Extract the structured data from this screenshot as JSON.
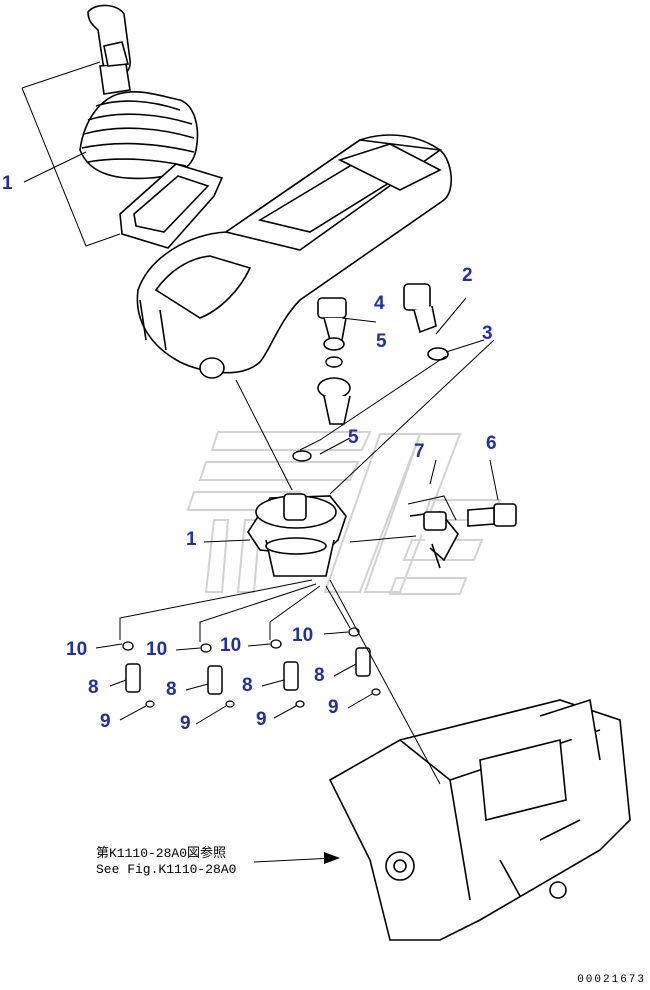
{
  "callout_color": "#1f2fa8",
  "line_color": "#000000",
  "watermark_color": "#d2d2d2",
  "callouts": [
    {
      "id": "c1a",
      "label": "1"
    },
    {
      "id": "c1b",
      "label": "1"
    },
    {
      "id": "c2",
      "label": "2"
    },
    {
      "id": "c3",
      "label": "3"
    },
    {
      "id": "c4",
      "label": "4"
    },
    {
      "id": "c5a",
      "label": "5"
    },
    {
      "id": "c5b",
      "label": "5"
    },
    {
      "id": "c6",
      "label": "6"
    },
    {
      "id": "c7",
      "label": "7"
    },
    {
      "id": "c10a",
      "label": "10"
    },
    {
      "id": "c10b",
      "label": "10"
    },
    {
      "id": "c10c",
      "label": "10"
    },
    {
      "id": "c10d",
      "label": "10"
    },
    {
      "id": "c8a",
      "label": "8"
    },
    {
      "id": "c8b",
      "label": "8"
    },
    {
      "id": "c8c",
      "label": "8"
    },
    {
      "id": "c8d",
      "label": "8"
    },
    {
      "id": "c9a",
      "label": "9"
    },
    {
      "id": "c9b",
      "label": "9"
    },
    {
      "id": "c9c",
      "label": "9"
    },
    {
      "id": "c9d",
      "label": "9"
    }
  ],
  "reference_note": {
    "line1": "第K1110-28A0図参照",
    "line2": "See Fig.K1110-28A0"
  },
  "drawing_number": "00021673"
}
